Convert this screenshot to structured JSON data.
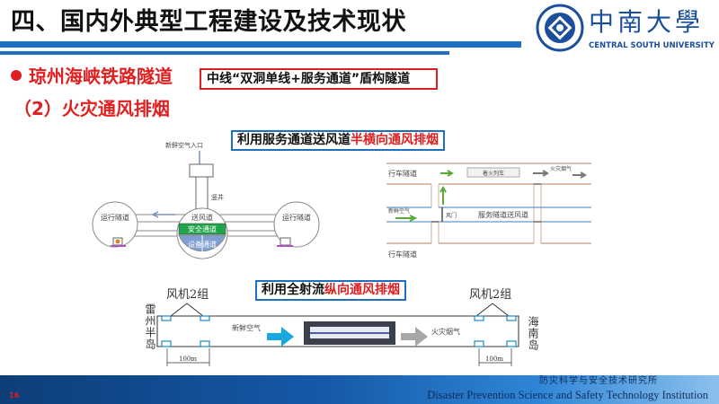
{
  "header": {
    "title": "四、国内外典型工程建设及技术现状"
  },
  "logo": {
    "cn": "中南大學",
    "en": "CENTRAL SOUTH UNIVERSITY"
  },
  "section": {
    "bullet": "琼州海峡铁路隧道",
    "tag": "中线“双洞单线+服务通道”盾构隧道",
    "subtitle": "（2）火灾通风排烟"
  },
  "diagram1": {
    "caption_black": "利用服务通道送风道",
    "caption_red": "半横向通风排烟",
    "inlet": "新鲜空气入口",
    "shaft": "竖井",
    "left_tunnel": "运行隧道",
    "right_tunnel": "运行隧道",
    "supply_duct": "送风道",
    "safety_passage": "安全通道",
    "equipment_passage": "设备通道",
    "colors": {
      "safety": "#1fa64a",
      "equipment": "#7f9fd3"
    }
  },
  "diagram2": {
    "top_tunnel": "行车隧道",
    "bottom_tunnel": "行车隧道",
    "train": "着火列车",
    "smoke": "火灾烟气",
    "fresh_air": "新鲜空气",
    "damper": "风门",
    "service_duct": "服务隧道送风道"
  },
  "diagram3": {
    "caption_black": "利用全射流",
    "caption_red": "纵向通风排烟",
    "fans_left": "风机2组",
    "fans_right": "风机2组",
    "left_end": "雷州半岛",
    "right_end": "海南岛",
    "fresh_air": "新鲜空气",
    "smoke": "火灾烟气",
    "spacing_left": "100m",
    "spacing_right": "100m"
  },
  "footer": {
    "page": "16",
    "institution_cn": "防灾科学与安全技术研究所",
    "institution_en": "Disaster Prevention Science and Safety Technology Institution"
  }
}
